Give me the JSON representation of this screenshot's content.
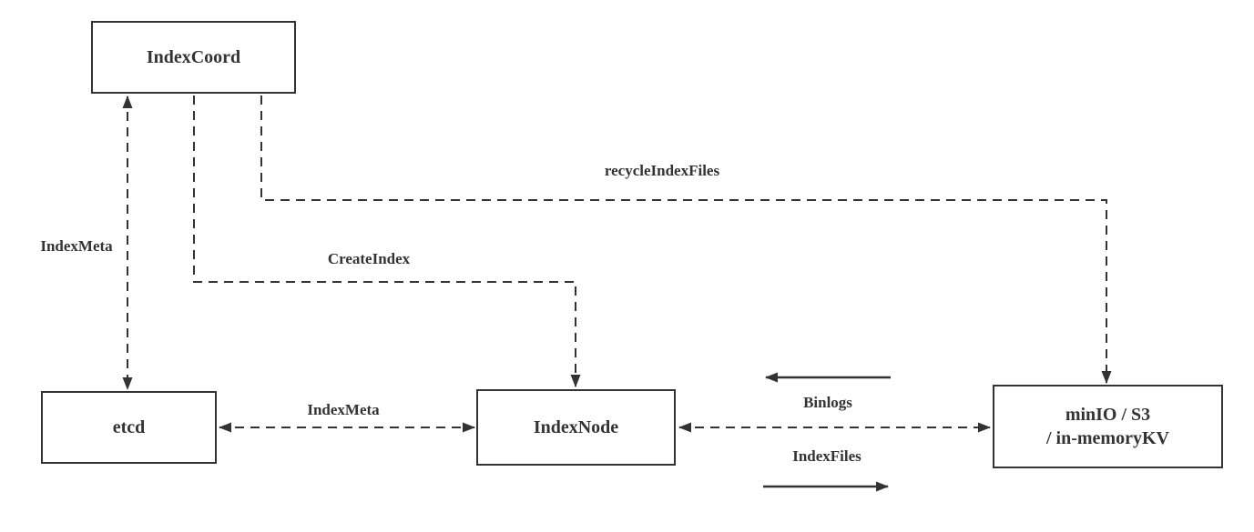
{
  "diagram": {
    "background": "#ffffff",
    "stroke_color": "#333333",
    "nodes": {
      "index_coord": {
        "label": "IndexCoord"
      },
      "etcd": {
        "label": "etcd"
      },
      "index_node": {
        "label": "IndexNode"
      },
      "storage": {
        "label_line1": "minIO / S3",
        "label_line2": "/ in-memoryKV"
      }
    },
    "edge_labels": {
      "index_meta_coord_etcd": "IndexMeta",
      "create_index": "CreateIndex",
      "recycle_index_files": "recycleIndexFiles",
      "index_meta_etcd_node": "IndexMeta",
      "binlogs": "Binlogs",
      "index_files": "IndexFiles"
    }
  }
}
